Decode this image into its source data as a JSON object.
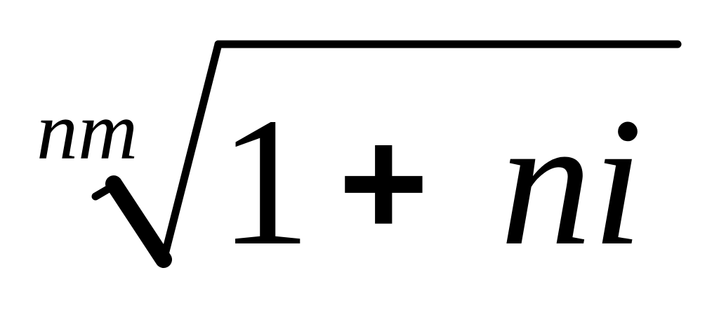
{
  "formula": {
    "root_index": "nm",
    "radicand_constant": "1",
    "operator": "+",
    "radicand_term": "ni"
  }
}
